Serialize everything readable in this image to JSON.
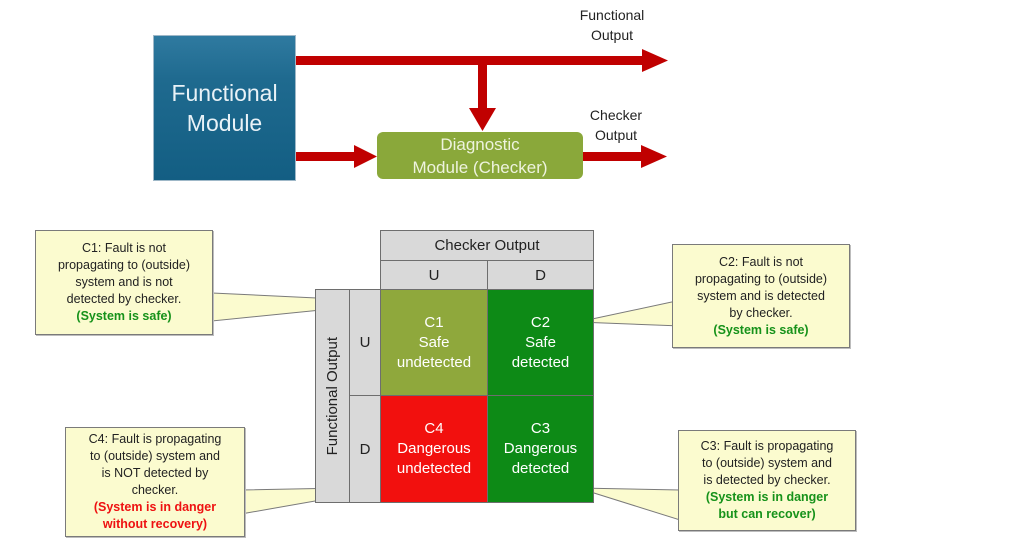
{
  "diagram": {
    "functional_module": {
      "line1": "Functional",
      "line2": "Module"
    },
    "diagnostic_module": {
      "line1": "Diagnostic",
      "line2": "Module (Checker)"
    },
    "functional_output_label": {
      "line1": "Functional",
      "line2": "Output"
    },
    "checker_output_label": {
      "line1": "Checker",
      "line2": "Output"
    },
    "colors": {
      "arrow": "#c00000",
      "functional_module": "#1f6a8f",
      "diagnostic_module": "#8aa83a"
    }
  },
  "matrix": {
    "column_group_header": "Checker Output",
    "row_group_header": "Functional Output",
    "column_headers": [
      "U",
      "D"
    ],
    "row_headers": [
      "U",
      "D"
    ],
    "cells": {
      "c1": {
        "id": "C1",
        "line1": "Safe",
        "line2": "undetected",
        "color": "#8fa83c"
      },
      "c2": {
        "id": "C2",
        "line1": "Safe",
        "line2": "detected",
        "color": "#0d8a16"
      },
      "c3": {
        "id": "C3",
        "line1": "Dangerous",
        "line2": "detected",
        "color": "#0d8a16"
      },
      "c4": {
        "id": "C4",
        "line1": "Dangerous",
        "line2": "undetected",
        "color": "#f2100e"
      }
    }
  },
  "callouts": {
    "c1": {
      "lines": [
        "C1: Fault is not",
        "propagating to (outside)",
        "system and is not",
        "detected by checker."
      ],
      "note": [
        "(System is safe)"
      ]
    },
    "c2": {
      "lines": [
        "C2: Fault is not",
        "propagating to (outside)",
        "system and is detected",
        "by checker."
      ],
      "note": [
        "(System is safe)"
      ]
    },
    "c3": {
      "lines": [
        "C3: Fault is propagating",
        "to (outside) system and",
        "is detected by checker."
      ],
      "note": [
        "(System is in danger",
        "but can recover)"
      ]
    },
    "c4": {
      "lines": [
        "C4: Fault is propagating",
        "to (outside) system and",
        "is NOT detected by",
        "checker."
      ],
      "note": [
        "(System is in danger",
        "without recovery)"
      ]
    }
  }
}
